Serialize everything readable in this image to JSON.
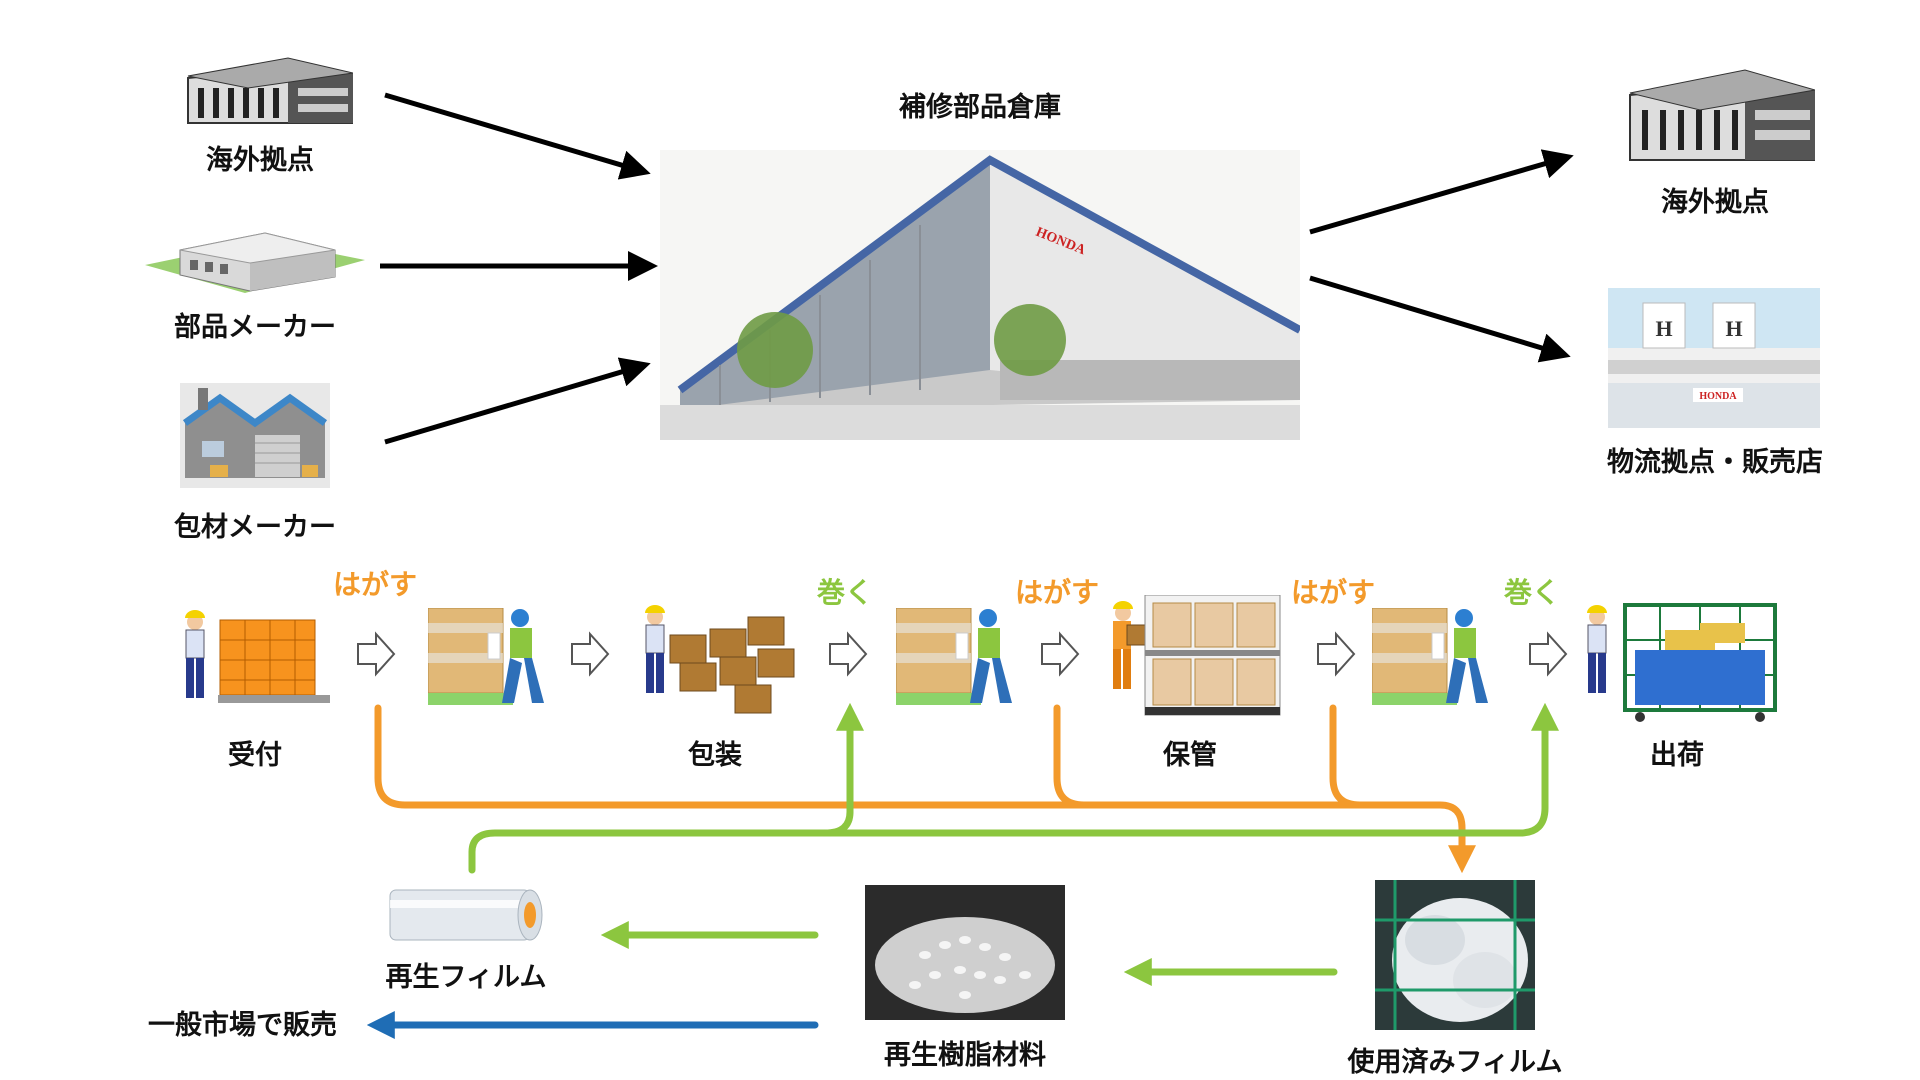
{
  "warehouse": {
    "title": "補修部品倉庫",
    "brand": "HONDA"
  },
  "sources": [
    {
      "label": "海外拠点",
      "icon": "office-building-icon"
    },
    {
      "label": "部品メーカー",
      "icon": "factory-icon"
    },
    {
      "label": "包材メーカー",
      "icon": "packaging-factory-icon"
    }
  ],
  "destinations": [
    {
      "label": "海外拠点",
      "icon": "office-building-icon"
    },
    {
      "label": "物流拠点・販売店",
      "icon": "dealership-icon",
      "brand": "HONDA"
    }
  ],
  "process": {
    "steps": [
      {
        "label": "受付",
        "icon": "worker-receiving-pallet-icon"
      },
      {
        "label": "",
        "icon": "worker-stretch-wrap-icon"
      },
      {
        "label": "包装",
        "icon": "worker-packing-boxes-icon"
      },
      {
        "label": "",
        "icon": "worker-stretch-wrap-icon"
      },
      {
        "label": "保管",
        "icon": "worker-shelving-icon"
      },
      {
        "label": "",
        "icon": "worker-stretch-wrap-icon"
      },
      {
        "label": "出荷",
        "icon": "worker-shipping-cart-icon"
      }
    ],
    "actions": [
      {
        "text": "はがす",
        "type": "peel"
      },
      {
        "text": "巻く",
        "type": "wrap"
      },
      {
        "text": "はがす",
        "type": "peel"
      },
      {
        "text": "はがす",
        "type": "peel"
      },
      {
        "text": "巻く",
        "type": "wrap"
      }
    ]
  },
  "recycling": {
    "used_film": "使用済みフィルム",
    "resin": "再生樹脂材料",
    "recycled_film": "再生フィルム",
    "market": "一般市場で販売"
  },
  "colors": {
    "peel": "#f39a2b",
    "wrap": "#8cc63f",
    "market": "#1f6db5",
    "arrow": "#000000"
  }
}
